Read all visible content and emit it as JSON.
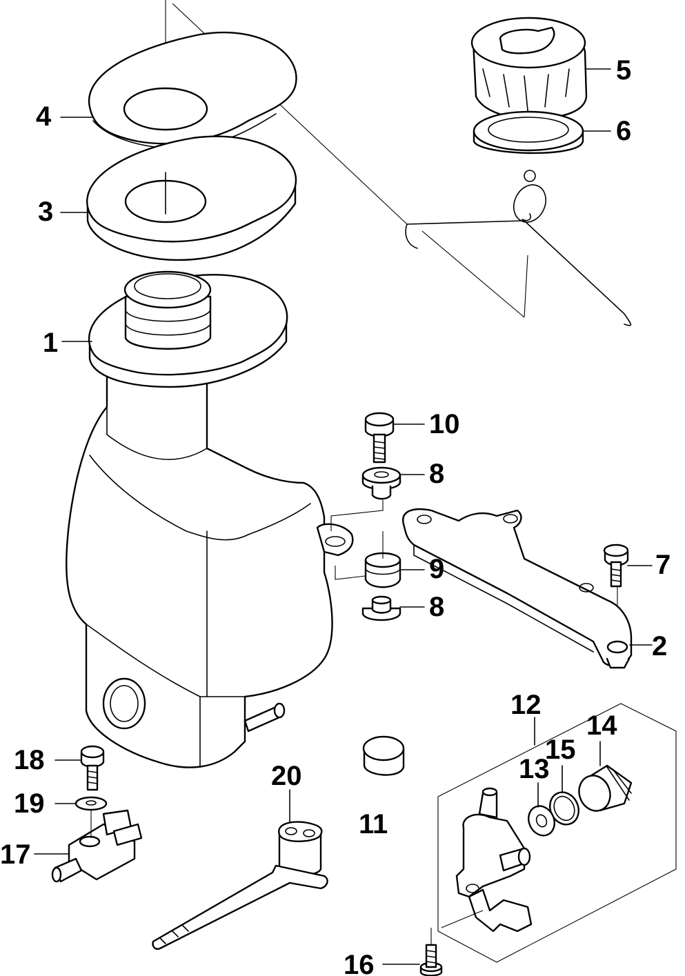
{
  "callouts": [
    {
      "id": "c1",
      "number": "1"
    },
    {
      "id": "c2",
      "number": "2"
    },
    {
      "id": "c3",
      "number": "3"
    },
    {
      "id": "c4",
      "number": "4"
    },
    {
      "id": "c5",
      "number": "5"
    },
    {
      "id": "c6",
      "number": "6"
    },
    {
      "id": "c7",
      "number": "7"
    },
    {
      "id": "c8a",
      "number": "8"
    },
    {
      "id": "c8b",
      "number": "8"
    },
    {
      "id": "c9",
      "number": "9"
    },
    {
      "id": "c10",
      "number": "10"
    },
    {
      "id": "c11",
      "number": "11"
    },
    {
      "id": "c12",
      "number": "12"
    },
    {
      "id": "c13",
      "number": "13"
    },
    {
      "id": "c14",
      "number": "14"
    },
    {
      "id": "c15",
      "number": "15"
    },
    {
      "id": "c16",
      "number": "16"
    },
    {
      "id": "c17",
      "number": "17"
    },
    {
      "id": "c18",
      "number": "18"
    },
    {
      "id": "c19",
      "number": "19"
    },
    {
      "id": "c20",
      "number": "20"
    }
  ]
}
